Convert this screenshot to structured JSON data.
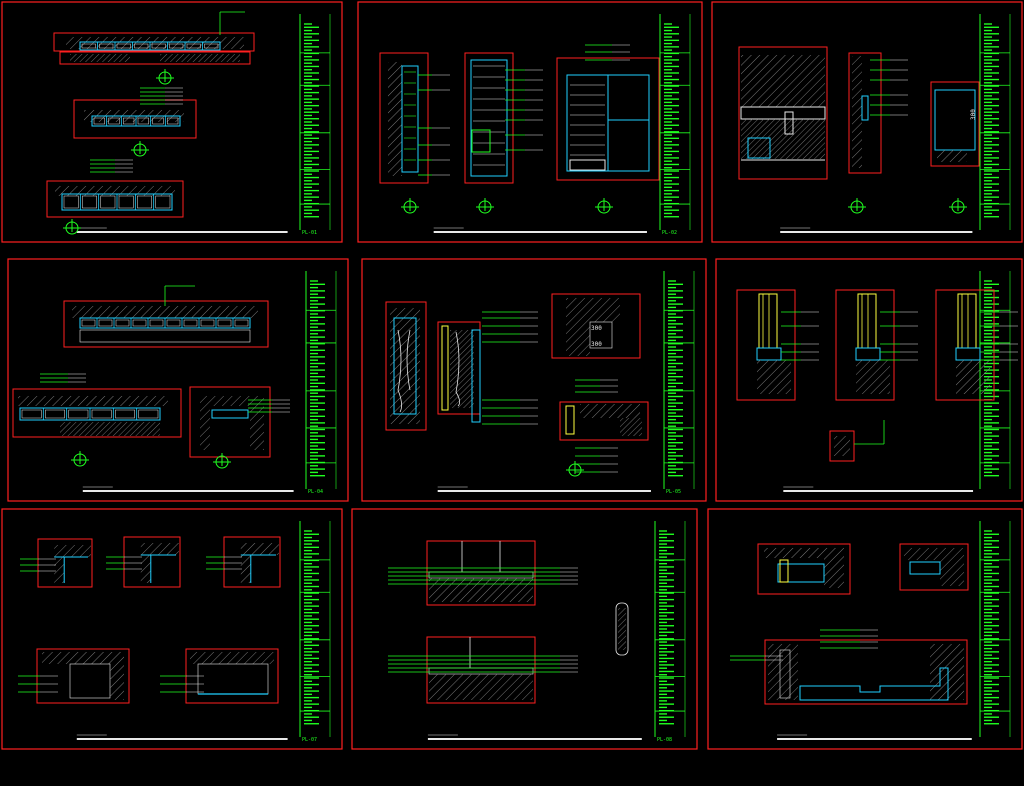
{
  "sheet_codes": [
    "PL-01",
    "PL-02",
    "PL-04",
    "PL-05",
    "PL-07",
    "PL-08"
  ],
  "sheet_labels": {
    "s0": "PL-01",
    "s1": "PL-02",
    "s2": "",
    "s3": "PL-04",
    "s4": "PL-05",
    "s5": "",
    "s6": "PL-07",
    "s7": "PL-08",
    "s8": ""
  },
  "dimensions": {
    "s2_label": "300",
    "s4_label_a": "300",
    "s4_label_b": "300"
  },
  "watermark_text": "",
  "colors": {
    "background": "#000000",
    "frame": "#ff2020",
    "titleblock": "#20ff20",
    "hatch": "#909090",
    "leader": "#20ff20",
    "cyan": "#20d0ff",
    "yellow": "#ffff40",
    "white": "#e8e8e8"
  }
}
